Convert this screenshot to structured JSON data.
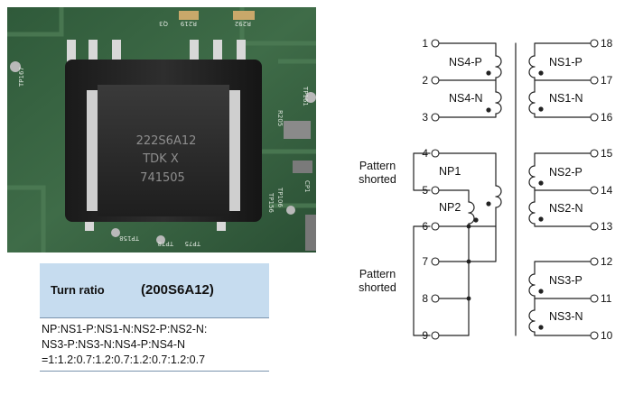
{
  "photo": {
    "component_markings": [
      "222S6A12",
      "TDK X",
      "741505"
    ],
    "board_labels": [
      "R219",
      "R292",
      "Q3",
      "TP167",
      "TP161",
      "R205",
      "TP106",
      "TP156",
      "TP158",
      "TP78",
      "TP75",
      "CP1"
    ]
  },
  "turn_ratio": {
    "label": "Turn ratio",
    "part": "(200S6A12)",
    "lines": [
      "NP:NS1-P:NS1-N:NS2-P:NS2-N:",
      "NS3-P:NS3-N:NS4-P:NS4-N",
      "=1:1.2:0.7:1.2:0.7:1.2:0.7:1.2:0.7"
    ]
  },
  "schematic": {
    "left_pins": [
      "1",
      "2",
      "3",
      "4",
      "5",
      "6",
      "7",
      "8",
      "9"
    ],
    "right_pins": [
      "18",
      "17",
      "16",
      "15",
      "14",
      "13",
      "12",
      "11",
      "10"
    ],
    "windings": {
      "ns4p": "NS4-P",
      "ns4n": "NS4-N",
      "np1": "NP1",
      "np2": "NP2",
      "ns1p": "NS1-P",
      "ns1n": "NS1-N",
      "ns2p": "NS2-P",
      "ns2n": "NS2-N",
      "ns3p": "NS3-P",
      "ns3n": "NS3-N"
    },
    "annotations": {
      "upper": [
        "Pattern",
        "shorted"
      ],
      "lower": [
        "Pattern",
        "shorted"
      ]
    }
  }
}
